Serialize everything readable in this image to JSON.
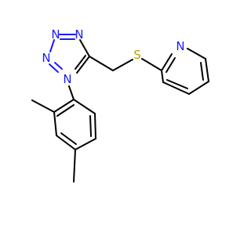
{
  "colors": {
    "carbon_bond": "#000000",
    "nitrogen": "#1a1aff",
    "sulfur": "#b8a000",
    "background": "#ffffff"
  },
  "atoms": [
    {
      "id": "n_tz1",
      "symbol": "N",
      "label": "N"
    },
    {
      "id": "n_tz2",
      "symbol": "N",
      "label": "N"
    },
    {
      "id": "n_tz3",
      "symbol": "N",
      "label": "N"
    },
    {
      "id": "n_tz4",
      "symbol": "N",
      "label": "N"
    },
    {
      "id": "s_thio",
      "symbol": "S",
      "label": "S"
    },
    {
      "id": "n_py",
      "symbol": "N",
      "label": "N"
    }
  ]
}
